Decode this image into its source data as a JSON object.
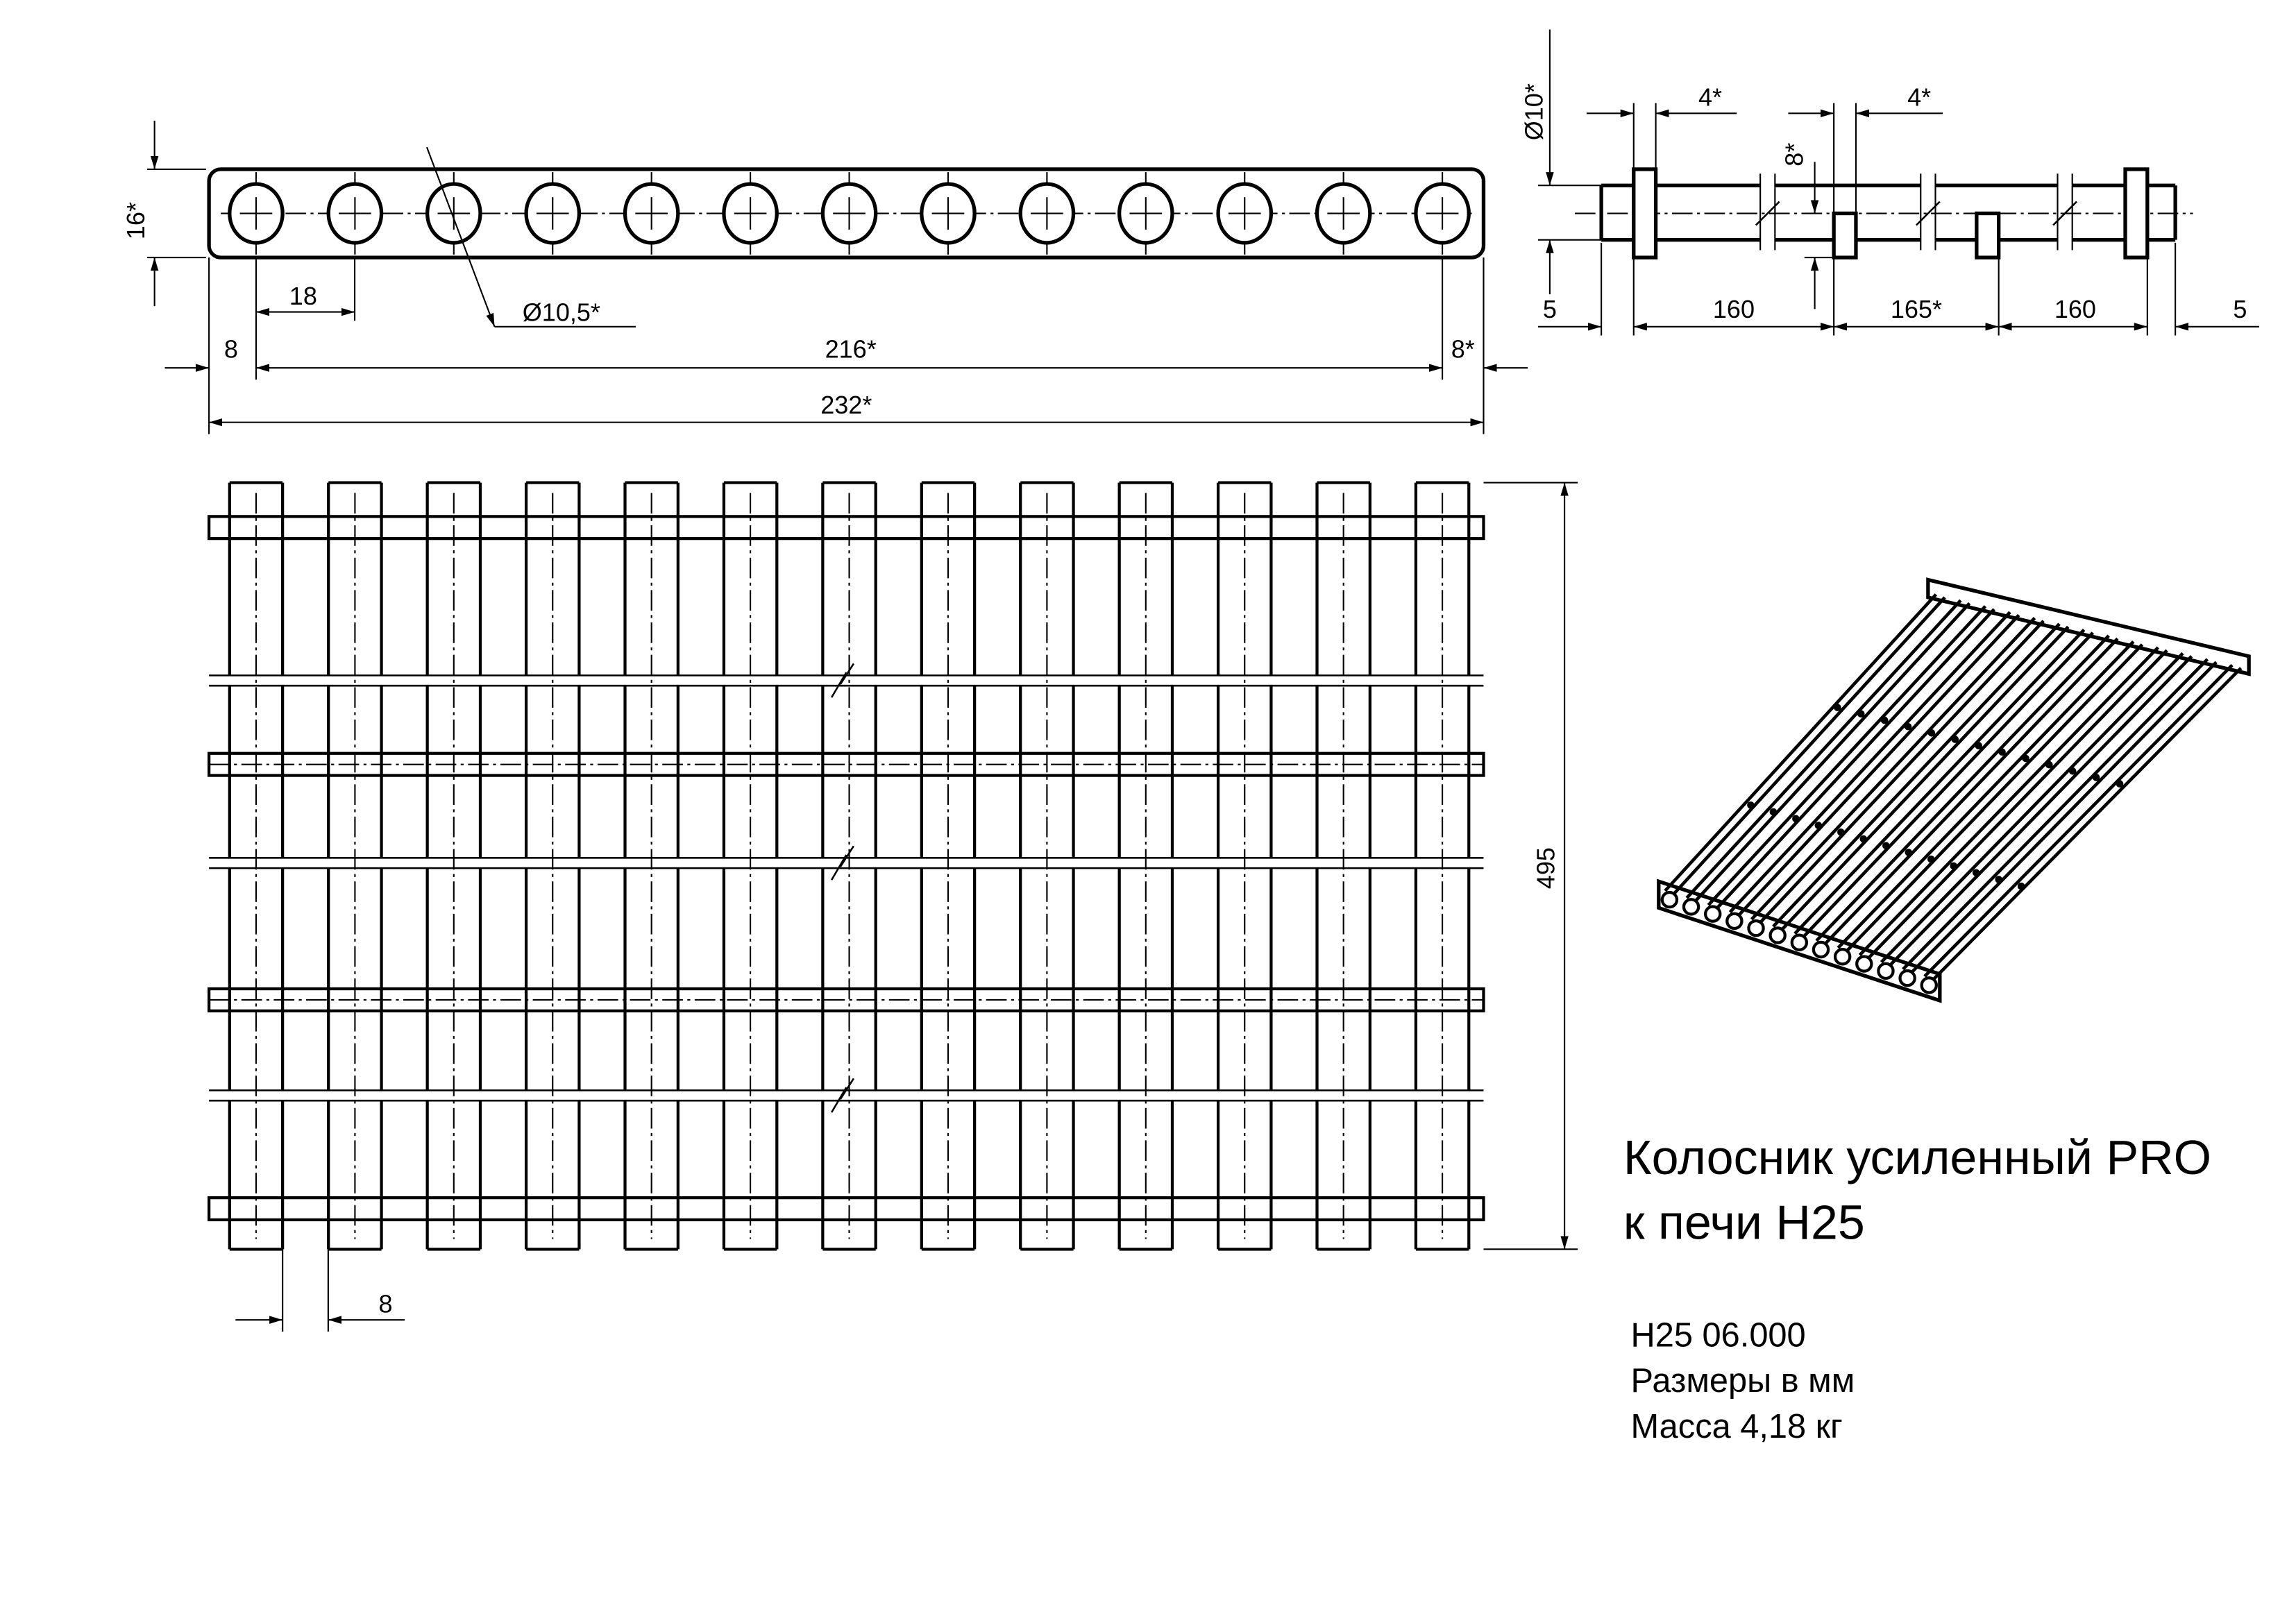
{
  "top_view": {
    "holes_count": 13,
    "dim_height": "16*",
    "dim_pitch": "18",
    "dim_hole": "Ø10,5*",
    "dim_edge_left": "8",
    "dim_span": "216*",
    "dim_edge_right": "8*",
    "dim_total": "232*"
  },
  "side_view": {
    "dim_diameter": "Ø10*",
    "dim_plate_left": "4*",
    "dim_plate_mid": "4*",
    "dim_bar_height": "8*",
    "dim_end_left": "5",
    "dim_seg1": "160",
    "dim_seg2": "165*",
    "dim_seg3": "160",
    "dim_end_right": "5"
  },
  "plan_view": {
    "slats_count": 13,
    "dim_length": "495",
    "dim_gap": "8"
  },
  "title_block": {
    "title_line1": "Колосник усиленный PRO",
    "title_line2": "к печи Н25",
    "designation": "Н25 06.000",
    "units_note": "Размеры в мм",
    "mass": "Масса 4,18 кг"
  },
  "colors": {
    "line": "#000000",
    "background": "#ffffff"
  }
}
